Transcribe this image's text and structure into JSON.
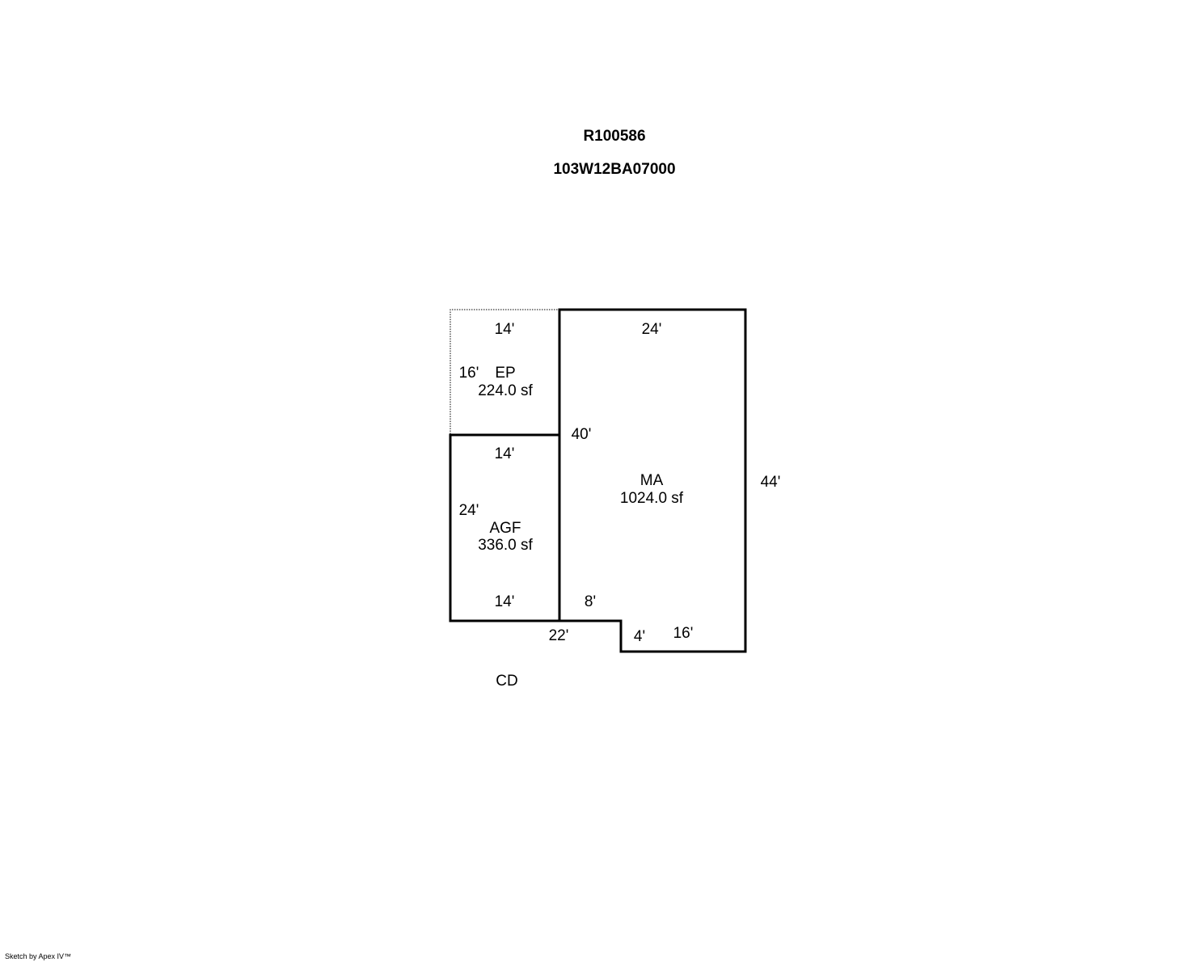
{
  "header": {
    "account": "R100586",
    "map_number": "103W12BA07000"
  },
  "areas": {
    "ep": {
      "code": "EP",
      "area": "224.0 sf",
      "dims": {
        "top": "14'",
        "left": "16'"
      }
    },
    "ma": {
      "code": "MA",
      "area": "1024.0 sf",
      "dims": {
        "top": "24'",
        "left": "40'",
        "right": "44'",
        "bottom_inner": "8'",
        "step": "4'",
        "bottom": "16'"
      }
    },
    "agf": {
      "code": "AGF",
      "area": "336.0 sf",
      "dims": {
        "top": "14'",
        "left": "24'",
        "bottom": "14'"
      }
    },
    "cd": {
      "code": "CD",
      "dims": {
        "top": "22'"
      }
    }
  },
  "colors": {
    "line": "#000000",
    "background": "#ffffff"
  },
  "footer": {
    "credit": "Sketch by Apex IV™"
  }
}
